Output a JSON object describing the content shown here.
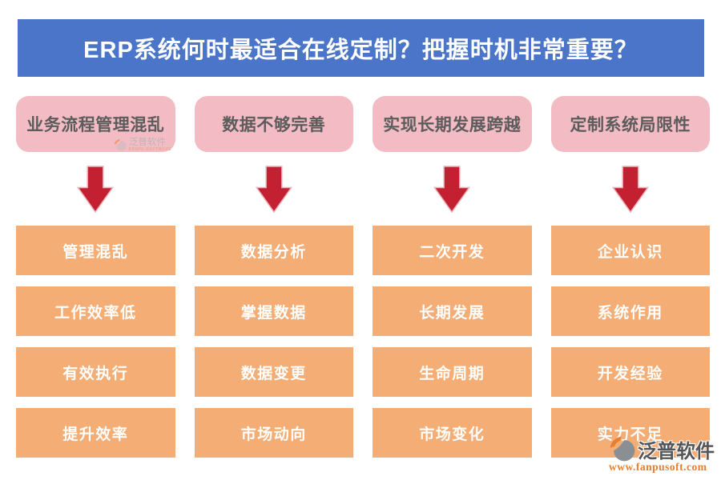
{
  "title": "ERP系统何时最适合在线定制？把握时机非常重要？",
  "columns": [
    {
      "header": "业务流程管理混乱",
      "items": [
        "管理混乱",
        "工作效率低",
        "有效执行",
        "提升效率"
      ]
    },
    {
      "header": "数据不够完善",
      "items": [
        "数据分析",
        "掌握数据",
        "数据变更",
        "市场动向"
      ]
    },
    {
      "header": "实现长期发展跨越",
      "items": [
        "二次开发",
        "长期发展",
        "生命周期",
        "市场变化"
      ]
    },
    {
      "header": "定制系统局限性",
      "items": [
        "企业认识",
        "系统作用",
        "开发经验",
        "实力不足"
      ]
    }
  ],
  "watermark": {
    "brand": "泛普软件",
    "brand_en": "FANPU SOFTWARE",
    "url": "www.fanpusoft.com"
  },
  "colors": {
    "banner": "#4A75C9",
    "pink_box": "#F3BCC4",
    "orange_box": "#F4AD74",
    "arrow_red": "#C32032",
    "cause_text": "#5C5C5C",
    "brand_orange": "#E87E2E",
    "logo_gray": "#8A8F94"
  }
}
